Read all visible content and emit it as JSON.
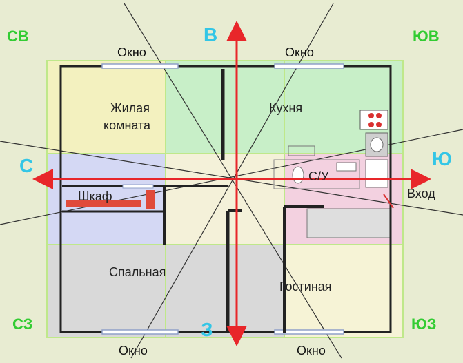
{
  "colors": {
    "background": "#e8ecd2",
    "zone_yellow": "#f3f1bf",
    "zone_green": "#c8efc8",
    "zone_blue": "#d4d8f4",
    "zone_center": "#f4f1d9",
    "zone_pink": "#f3d1e0",
    "zone_gray": "#d9d9d9",
    "zone_cream": "#f6f3d6",
    "grid_lines": "#bfe88a",
    "walls": "#222222",
    "arrows": "#e8262a",
    "corner_labels": "#33cc33",
    "axis_labels": "#33c6e6"
  },
  "corners": {
    "ne": "СВ",
    "se": "ЮВ",
    "nw": "СЗ",
    "sw": "ЮЗ"
  },
  "axes": {
    "north": "В",
    "south": "З",
    "west": "С",
    "east": "Ю"
  },
  "windows": {
    "top_left": "Окно",
    "top_right": "Окно",
    "bottom_left": "Окно",
    "bottom_right": "Окно"
  },
  "rooms": {
    "living_line1": "Жилая",
    "living_line2": "комната",
    "kitchen": "Кухня",
    "closet": "Шкаф",
    "bathroom": "С/У",
    "bedroom": "Спальная",
    "guest": "Гостиная"
  },
  "entrance": "Вход"
}
